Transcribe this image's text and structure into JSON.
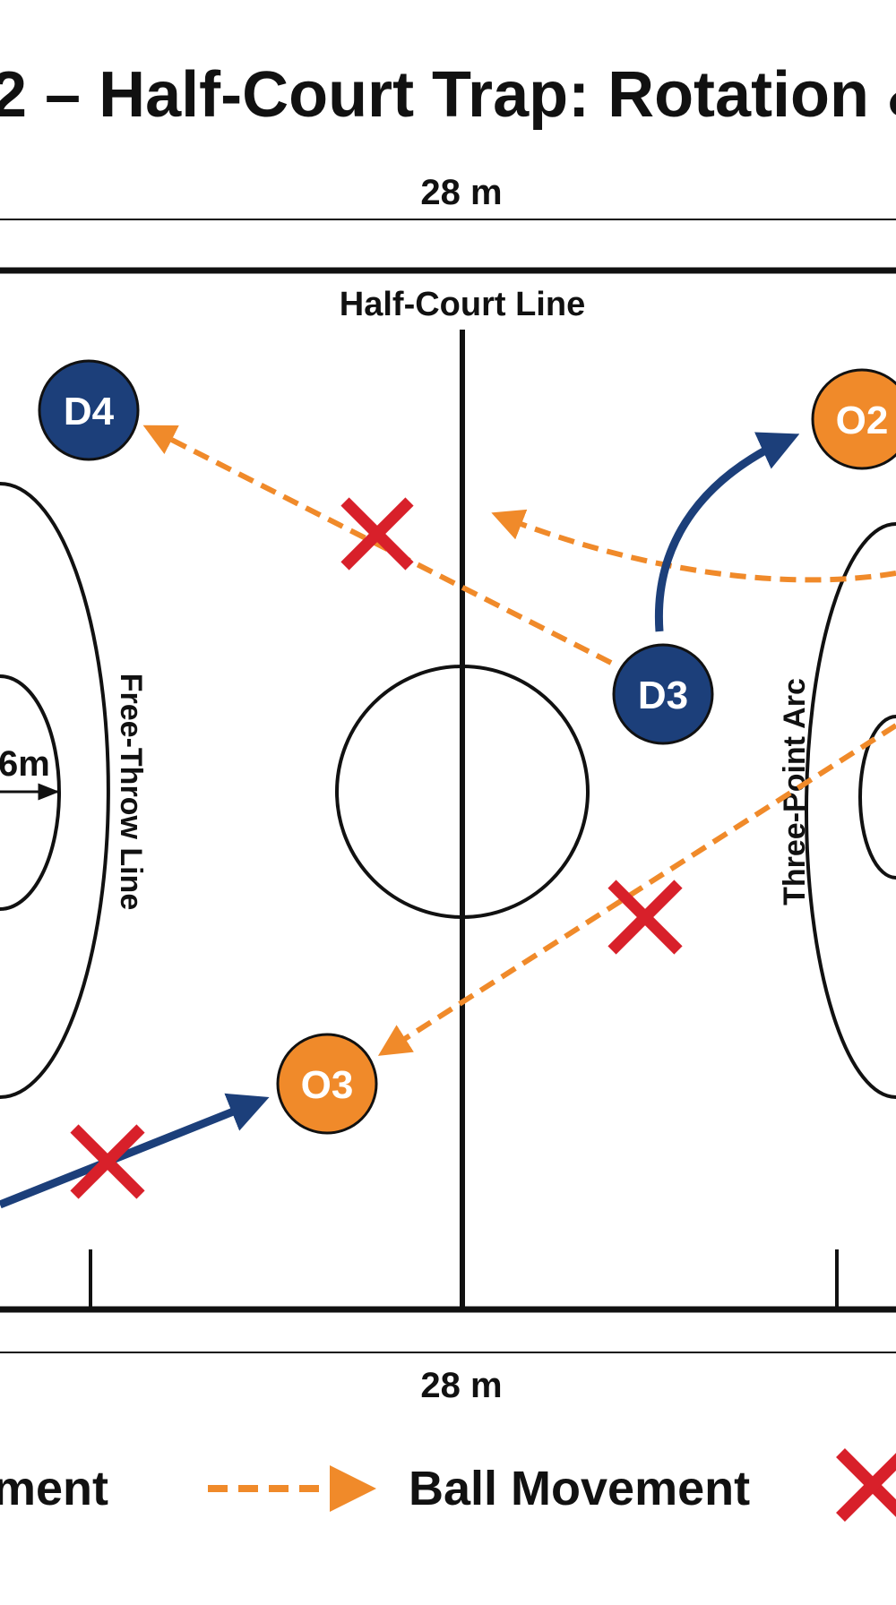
{
  "title": "2 – Half-Court Trap: Rotation &",
  "dimension_top": "28 m",
  "dimension_bottom": "28 m",
  "labels": {
    "half_court_line": "Half-Court Line",
    "free_throw_line": "Free-Throw Line",
    "three_point_arc": "Three-Point Arc",
    "radius": "6m"
  },
  "players": {
    "d4": "D4",
    "d3": "D3",
    "o2": "O2",
    "o3": "O3"
  },
  "legend": {
    "player_movement": "ment",
    "ball_movement": "Ball Movement"
  },
  "colors": {
    "defense": "#1c3f7a",
    "offense": "#f08a2a",
    "ball_path": "#f08a2a",
    "player_path": "#1c3f7a",
    "intercept": "#d8202a",
    "lines": "#111111"
  }
}
